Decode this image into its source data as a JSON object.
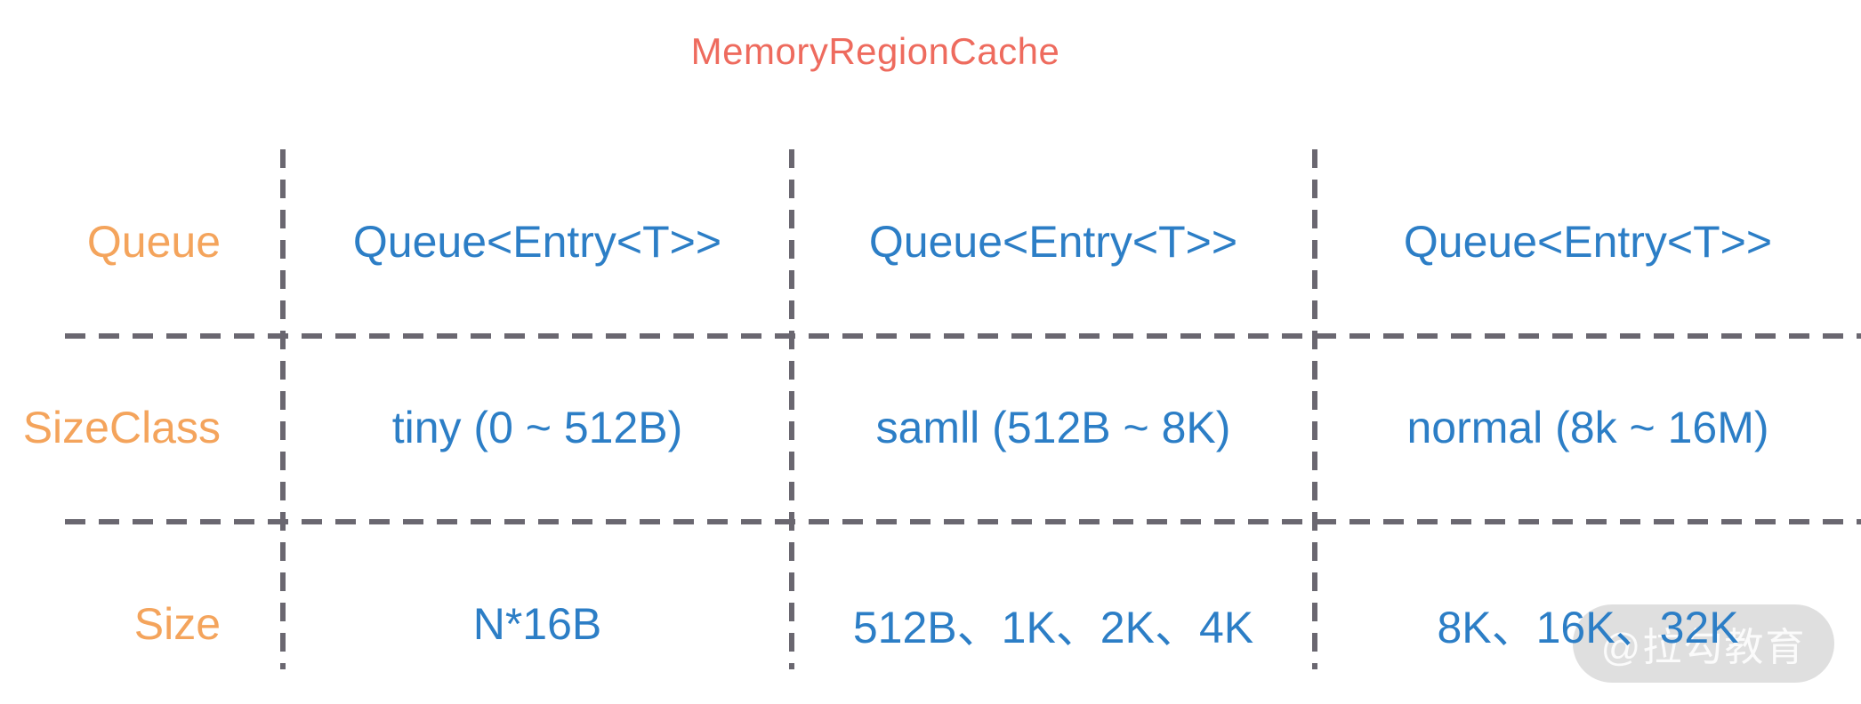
{
  "title": "MemoryRegionCache",
  "colors": {
    "title": "#EE6B5E",
    "row_label": "#F4A45C",
    "cell_text": "#2C7EC6",
    "dashed_line": "#6A6770",
    "watermark_bg": "#BDBDBD",
    "watermark_text": "#FFFFFF"
  },
  "table": {
    "rows": [
      {
        "label": "Queue",
        "cells": [
          "Queue<Entry<T>>",
          "Queue<Entry<T>>",
          "Queue<Entry<T>>"
        ]
      },
      {
        "label": "SizeClass",
        "cells": [
          "tiny (0 ~ 512B)",
          "samll (512B ~ 8K)",
          "normal (8k ~ 16M)"
        ]
      },
      {
        "label": "Size",
        "cells": [
          "N*16B",
          "512B、1K、2K、4K",
          "8K、16K、32K"
        ]
      }
    ]
  },
  "watermark": "@拉勾教育"
}
